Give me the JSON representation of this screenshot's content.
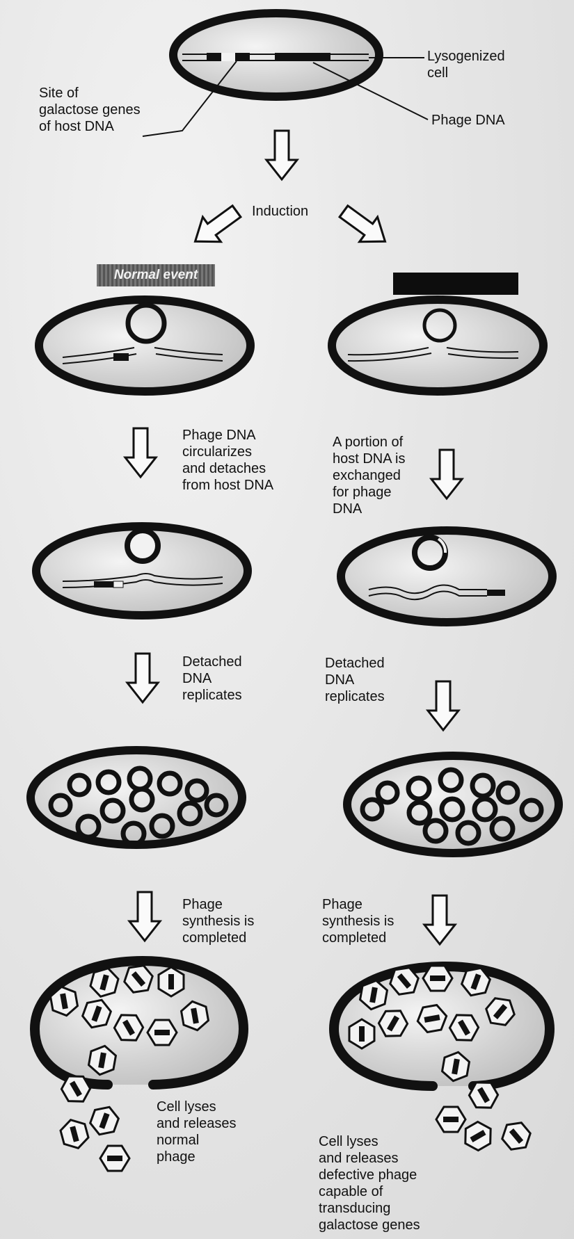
{
  "top": {
    "lysogenized_cell": "Lysogenized\ncell",
    "phage_dna": "Phage DNA",
    "site_galactose": "Site of\ngalactose genes\nof host DNA",
    "induction": "Induction"
  },
  "left_branch": {
    "header": "Normal event",
    "step1": "Phage DNA\ncircularizes\nand detaches\nfrom host DNA",
    "step2": "Detached\nDNA\nreplicates",
    "step3": "Phage\nsynthesis is\ncompleted",
    "step4": "Cell lyses\nand releases\nnormal\nphage"
  },
  "right_branch": {
    "header": "",
    "step1": "A portion of\nhost DNA is\nexchanged\nfor phage\nDNA",
    "step2": "Detached\nDNA\nreplicates",
    "step3": "Phage\nsynthesis is\ncompleted",
    "step4": "Cell lyses\nand releases\ndefective phage\ncapable of\ntransducing\ngalactose genes"
  },
  "colors": {
    "ink": "#111111",
    "cell_fill": "#d4d4d4",
    "paper": "#e9e9e9"
  }
}
